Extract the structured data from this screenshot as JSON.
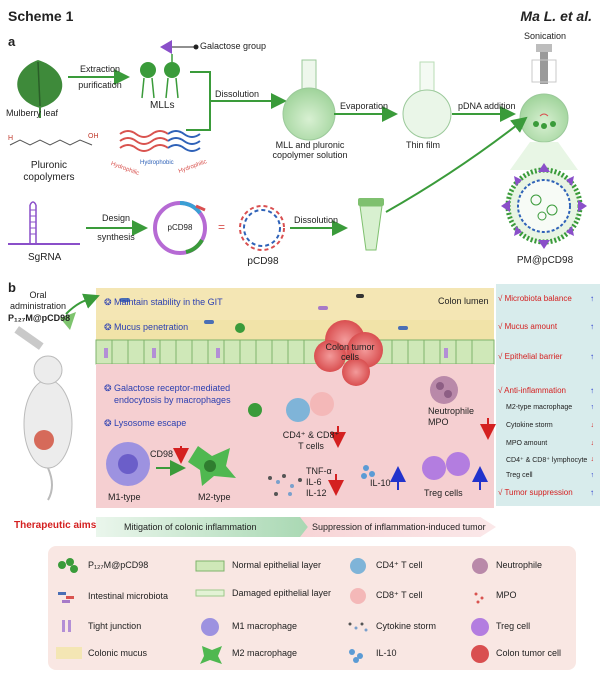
{
  "header": {
    "scheme": "Scheme 1",
    "author": "Ma L. et al."
  },
  "panel_a": {
    "letter": "a",
    "mulberry_leaf": "Mulberry leaf",
    "extraction_1": "Extraction",
    "extraction_2": "purification",
    "galactose_group": "Galactose group",
    "mlls": "MLLs",
    "dissolution_1": "Dissolution",
    "mll_solution_1": "MLL and pluronic",
    "mll_solution_2": "copolymer solution",
    "evaporation": "Evaporation",
    "thin_film": "Thin film",
    "pdna_addition": "pDNA addition",
    "sonication": "Sonication",
    "pluronic_1": "Pluronic",
    "pluronic_2": "copolymers",
    "hydrophilic_1": "Hydrophilic",
    "hydrophobic": "Hydrophobic",
    "hydrophilic_2": "Hydrophilic",
    "sgrna": "SgRNA",
    "design": "Design",
    "synthesis": "synthesis",
    "pcd98_plasmid": "pCD98",
    "equals": "=",
    "pcd98_label": "pCD98",
    "dissolution_2": "Dissolution",
    "pm_pcd98": "PM@pCD98"
  },
  "panel_b": {
    "letter": "b",
    "oral_1": "Oral",
    "oral_2": "administration",
    "p127": "P₁₂₇M@pCD98",
    "maintain": "Maintain stability in the GIT",
    "colon_lumen": "Colon lumen",
    "mucus_penetration": "Mucus penetration",
    "colon_tumor_1": "Colon tumor",
    "colon_tumor_2": "cells",
    "galactose_1": "Galactose receptor-mediated",
    "galactose_2": "endocytosis by macrophages",
    "lysosome": "Lysosome escape",
    "cd4_cd8_1": "CD4⁺ & CD8⁺",
    "cd4_cd8_2": "T cells",
    "neutrophile": "Neutrophile",
    "mpo": "MPO",
    "cd98": "CD98",
    "tnf": "TNF-α",
    "il6": "IL-6",
    "il12": "IL-12",
    "il10": "IL-10",
    "treg_cells": "Treg cells",
    "m1_type": "M1-type",
    "m2_type": "M2-type",
    "side": [
      {
        "text": "√ Microbiota balance",
        "dir": "up"
      },
      {
        "text": "√ Mucus amount",
        "dir": "up"
      },
      {
        "text": "√ Epithelial barrier",
        "dir": "up"
      },
      {
        "text": "√ Anti-inflammation",
        "dir": "up"
      },
      {
        "text": "M2-type macrophage",
        "dir": "up"
      },
      {
        "text": "Cytokine storm",
        "dir": "down"
      },
      {
        "text": "MPO amount",
        "dir": "down"
      },
      {
        "text": "CD4⁺ & CD8⁺ lymphocyte",
        "dir": "down"
      },
      {
        "text": "Treg cell",
        "dir": "up"
      },
      {
        "text": "√ Tumor suppression",
        "dir": "up"
      }
    ]
  },
  "aims": {
    "label": "Therapeutic aims:",
    "aim1": "Mitigation of colonic inflammation",
    "aim2": "Suppression of inflammation-induced tumor"
  },
  "legend": {
    "p127": "P₁₂₇M@pCD98",
    "microbiota": "Intestinal microbiota",
    "tight_junction": "Tight junction",
    "colonic_mucus": "Colonic mucus",
    "normal_epi": "Normal epithelial layer",
    "damaged_epi": "Damaged epithelial layer",
    "m1": "M1 macrophage",
    "m2": "M2 macrophage",
    "cd4": "CD4⁺ T cell",
    "cd8": "CD8⁺ T cell",
    "cytokine": "Cytokine storm",
    "il10": "IL-10",
    "neutrophile": "Neutrophile",
    "mpo": "MPO",
    "treg": "Treg cell",
    "tumor": "Colon tumor cell"
  },
  "colors": {
    "green": "#3a9b3a",
    "blue_text": "#2b3fb0",
    "red": "#d42020",
    "tissue": "#f5d3d3",
    "lumen": "#f4e6b4",
    "side_panel": "#d8ecec"
  }
}
